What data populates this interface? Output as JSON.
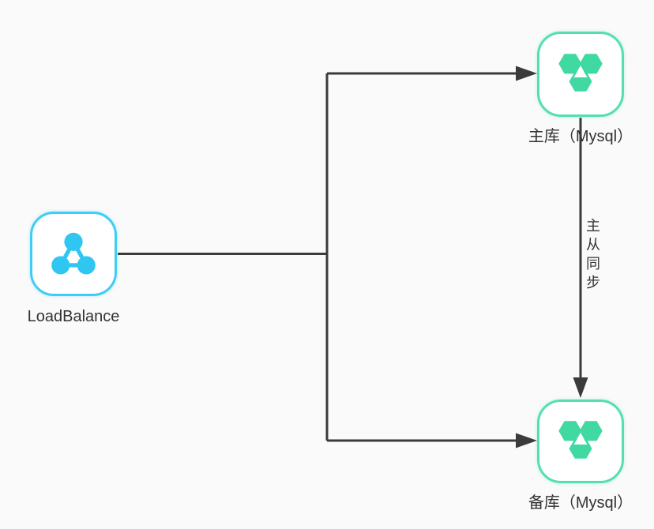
{
  "diagram": {
    "nodes": [
      {
        "id": "loadbalance",
        "label": "LoadBalance",
        "icon": "load-balancer-icon",
        "accent_color": "#2fc7f2"
      },
      {
        "id": "master-db",
        "label": "主库（Mysql）",
        "icon": "database-hexagons-icon",
        "accent_color": "#3fd9a1"
      },
      {
        "id": "backup-db",
        "label": "备库（Mysql）",
        "icon": "database-hexagons-icon",
        "accent_color": "#3fd9a1"
      }
    ],
    "edges": [
      {
        "from": "loadbalance",
        "to": "master-db",
        "label": ""
      },
      {
        "from": "loadbalance",
        "to": "backup-db",
        "label": ""
      },
      {
        "from": "master-db",
        "to": "backup-db",
        "label": "主从同步"
      }
    ],
    "colors": {
      "background": "#fafafa",
      "line": "#3b3b3b",
      "blue": "#2fc7f2",
      "blue_border": "#3ecdf4",
      "green": "#3fd9a1",
      "green_border": "#53e0b0",
      "text": "#323232"
    }
  }
}
